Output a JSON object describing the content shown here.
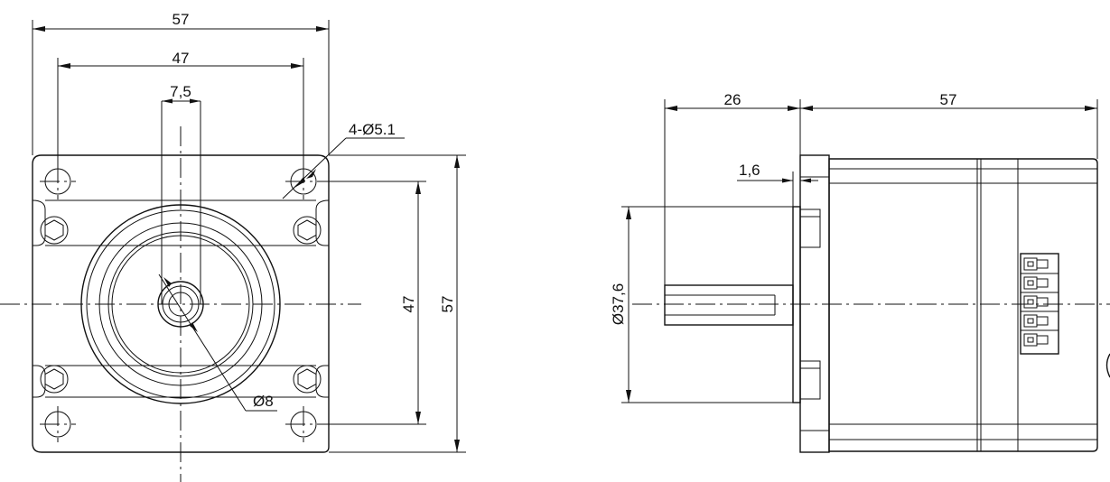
{
  "front_view": {
    "dim_overall_width": "57",
    "dim_hole_spacing_width": "47",
    "dim_shaft_flat": "7,5",
    "dim_mounting_holes": "4-Ø5.1",
    "dim_shaft_diameter": "Ø8",
    "dim_hole_spacing_height": "47",
    "dim_overall_height": "57"
  },
  "side_view": {
    "dim_shaft_length": "26",
    "dim_body_length": "57",
    "dim_flange_thickness": "1,6",
    "dim_pilot_diameter": "Ø37,6"
  },
  "colors": {
    "line": "#111111",
    "background": "#ffffff"
  }
}
